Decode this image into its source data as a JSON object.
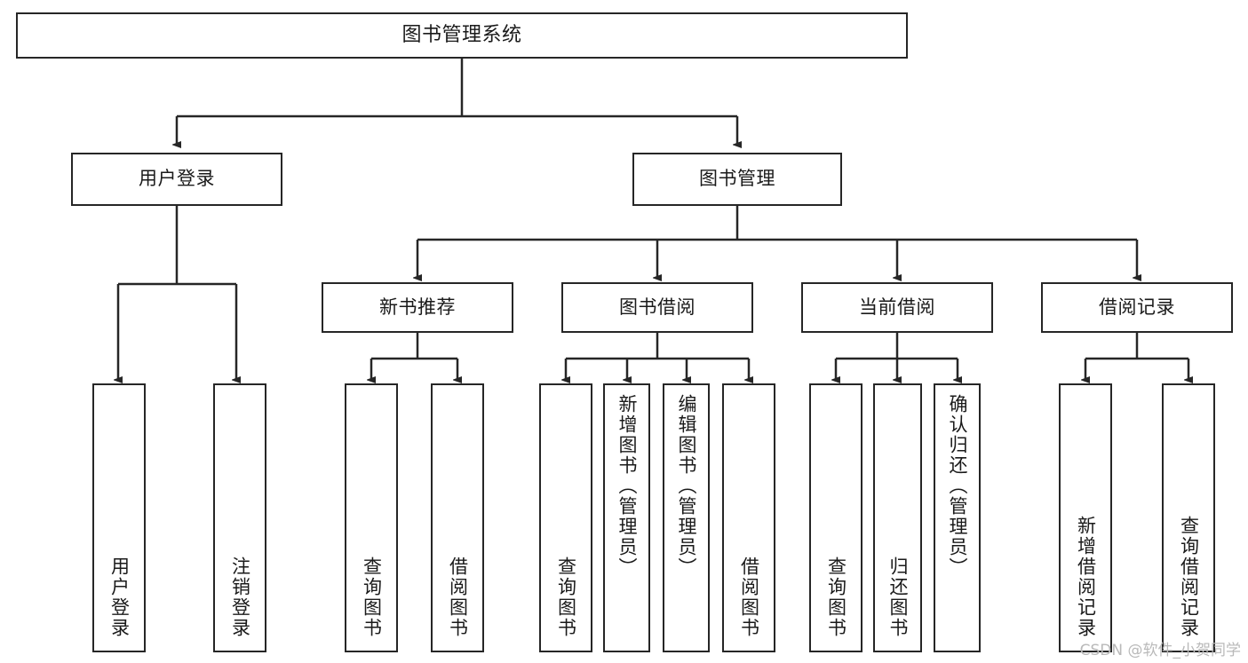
{
  "diagram": {
    "title": "图书管理系统",
    "type": "tree-hierarchy",
    "watermark": "CSDN @软件_小贺同学",
    "colors": {
      "background": "#ffffff",
      "node_fill": "#ffffff",
      "node_border": "#262626",
      "edge": "#262626",
      "text": "#1a1a1a",
      "watermark": "#b9b9b9"
    }
  },
  "nodes": {
    "root": {
      "label": "图书管理系统"
    },
    "level2": [
      {
        "id": "user-login",
        "label": "用户登录"
      },
      {
        "id": "book-management",
        "label": "图书管理"
      }
    ],
    "level3": [
      {
        "id": "new-book-recommend",
        "label": "新书推荐"
      },
      {
        "id": "book-borrow",
        "label": "图书借阅"
      },
      {
        "id": "current-borrow",
        "label": "当前借阅"
      },
      {
        "id": "borrow-record",
        "label": "借阅记录"
      }
    ],
    "leaves": {
      "user-login": [
        {
          "id": "leaf-user-login",
          "label": "用户登录"
        },
        {
          "id": "leaf-user-logout",
          "label": "注销登录"
        }
      ],
      "new-book-recommend": [
        {
          "id": "leaf-query-book-1",
          "label": "查询图书"
        },
        {
          "id": "leaf-borrow-book-1",
          "label": "借阅图书"
        }
      ],
      "book-borrow": [
        {
          "id": "leaf-query-book-2",
          "label": "查询图书"
        },
        {
          "id": "leaf-add-book",
          "label": "新增图书（管理员）"
        },
        {
          "id": "leaf-edit-book",
          "label": "编辑图书（管理员）"
        },
        {
          "id": "leaf-borrow-book-2",
          "label": "借阅图书"
        }
      ],
      "current-borrow": [
        {
          "id": "leaf-query-book-3",
          "label": "查询图书"
        },
        {
          "id": "leaf-return-book",
          "label": "归还图书"
        },
        {
          "id": "leaf-confirm-return",
          "label": "确认归还（管理员）"
        }
      ],
      "borrow-record": [
        {
          "id": "leaf-add-record",
          "label": "新增借阅记录"
        },
        {
          "id": "leaf-query-record",
          "label": "查询借阅记录"
        }
      ]
    }
  }
}
